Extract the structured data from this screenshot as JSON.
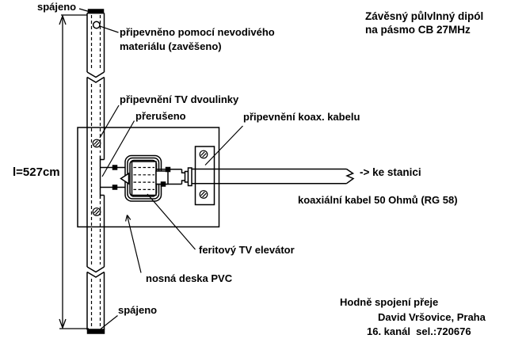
{
  "title": {
    "line1": "Závěsný půlvlnný dipól",
    "line2": "na pásmo CB 27MHz"
  },
  "labels": {
    "solder_top": "spájeno",
    "hang_line1": "připevněno pomocí nevodivého",
    "hang_line2": "materiálu (zavěšeno)",
    "twinlead_mount": "připevnění TV dvoulinky",
    "interrupted": "přerušeno",
    "coax_mount": "připevnění koax. kabelu",
    "length": "l=527cm",
    "to_station": "-> ke stanici",
    "coax_cable": "koaxiální kabel 50 Ohmů (RG 58)",
    "balun": "feritový TV elevátor",
    "board": "nosná deska PVC",
    "solder_bottom": "spájeno"
  },
  "footer": {
    "line1": "Hodně spojení přeje",
    "line2": "David Vršovice, Praha",
    "line3": "16. kanál  sel.:720676"
  },
  "colors": {
    "ink": "#000000",
    "background": "#ffffff"
  }
}
